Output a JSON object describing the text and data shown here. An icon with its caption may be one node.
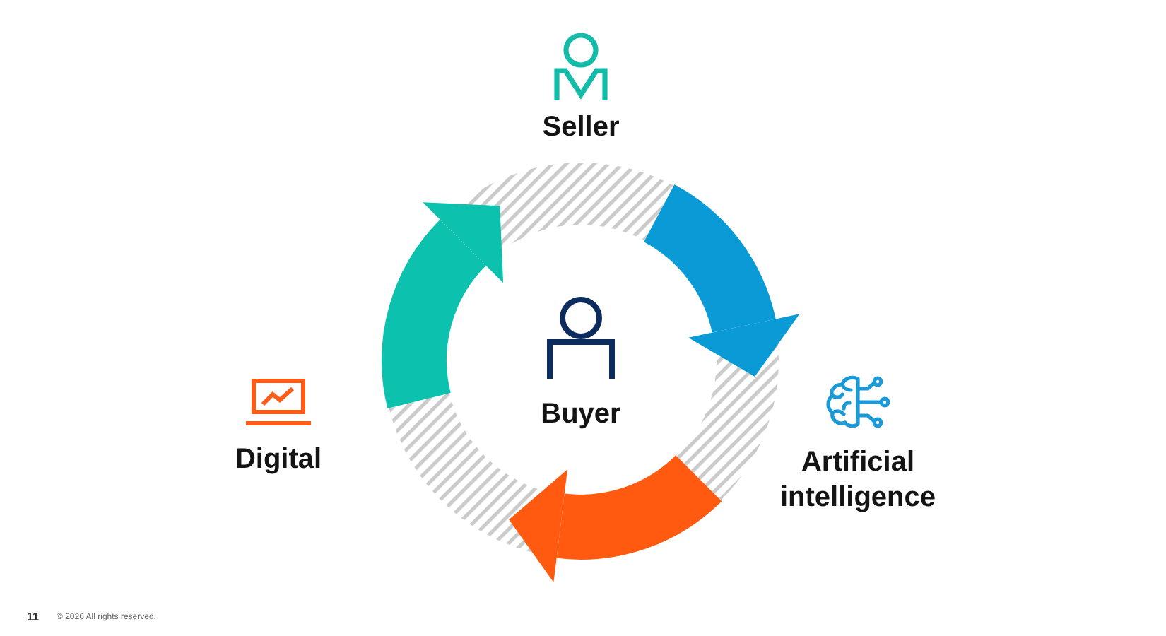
{
  "diagram": {
    "nodes": [
      {
        "text": [
          "Seller"
        ]
      },
      {
        "text": [
          "Buyer"
        ]
      },
      {
        "text": [
          "Digital"
        ]
      },
      {
        "text": [
          "Artificial intelligence"
        ]
      }
    ],
    "edges": [
      {
        "from": 0,
        "to": 3,
        "arrow": "to",
        "color": "#0a9bd6"
      },
      {
        "from": 3,
        "to": 2,
        "arrow": "to",
        "color": "#ff5a0f"
      },
      {
        "from": 2,
        "to": 0,
        "arrow": "to",
        "color": "#0cc2ae"
      }
    ],
    "labels": [
      "11",
      "© 2026 All rights reserved."
    ]
  }
}
